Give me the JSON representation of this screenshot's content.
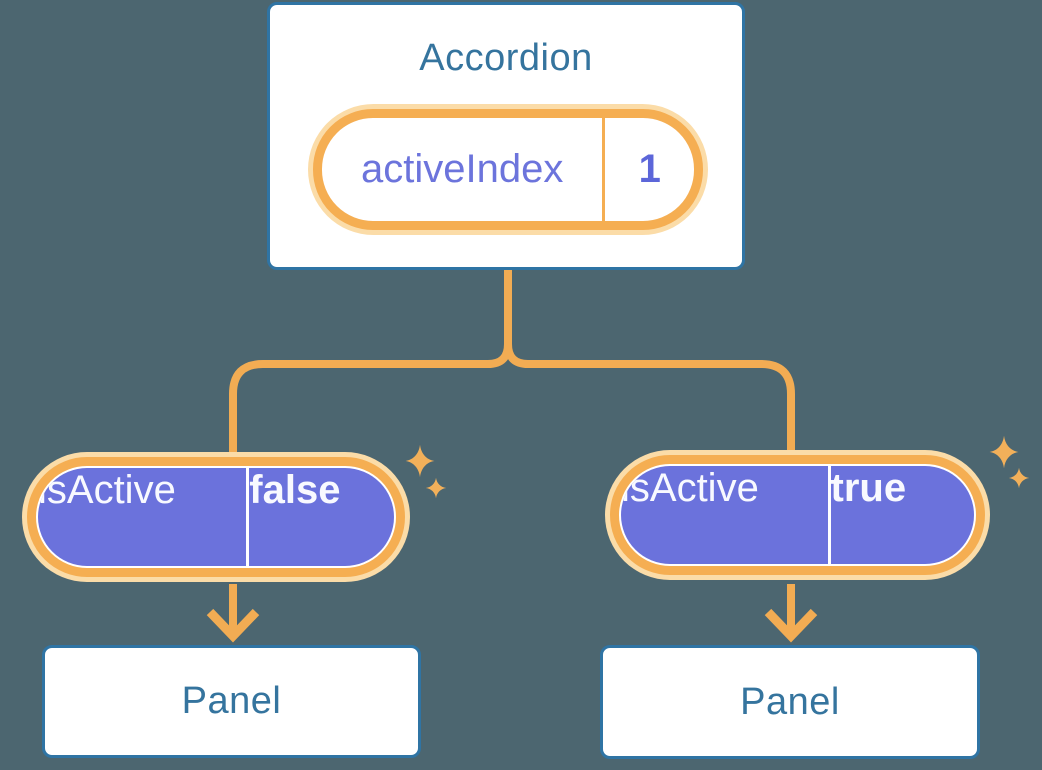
{
  "diagram": {
    "root": {
      "title": "Accordion",
      "state_name": "activeIndex",
      "state_value": "1"
    },
    "left": {
      "prop_name": "isActive",
      "prop_value": "false",
      "panel_title": "Panel"
    },
    "right": {
      "prop_name": "isActive",
      "prop_value": "true",
      "panel_title": "Panel"
    }
  },
  "colors": {
    "background": "#4C6670",
    "card_background": "#FFFFFF",
    "card_border": "#2F74A4",
    "title_text": "#35749E",
    "state_text": "#6C74DC",
    "state_value_text": "#5C66D9",
    "pill_border": "#F5AE52",
    "pill_glow": "#FBDCA8",
    "prop_fill": "#6B72DC",
    "prop_text": "#F8F9FF",
    "connector": "#F2AC53",
    "sparkle": "#F2B05A"
  }
}
